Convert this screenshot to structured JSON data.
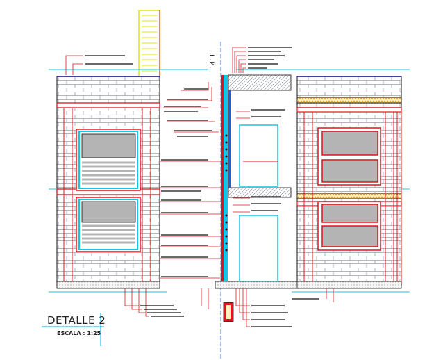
{
  "detail": {
    "title": "DETALLE 2",
    "scale": "ESCALA : 1:25",
    "axis_label": "L.M."
  },
  "colors": {
    "brick_line": "#9aa0a6",
    "frame_red": "#e0141c",
    "cyan": "#16c6e6",
    "blue": "#1e5ee0",
    "yellow": "#e6e600",
    "navy": "#1c1c8c",
    "glass": "#b4b4b4",
    "text": "#111111"
  }
}
